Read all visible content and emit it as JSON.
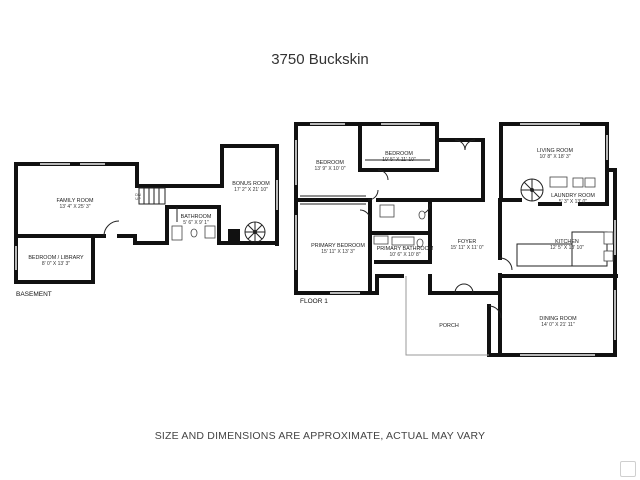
{
  "title": "3750 Buckskin",
  "disclaimer": "SIZE AND DIMENSIONS ARE APPROXIMATE, ACTUAL MAY VARY",
  "floors": {
    "basement": {
      "label": "BASEMENT",
      "rooms": [
        {
          "id": "family-room",
          "name": "FAMILY ROOM",
          "dims": "13' 4\" X 25' 3\""
        },
        {
          "id": "bedroom-library",
          "name": "BEDROOM / LIBRARY",
          "dims": "8' 0\" X 13' 3\""
        },
        {
          "id": "bonus-room",
          "name": "BONUS ROOM",
          "dims": "17' 2\" X 21' 10\""
        },
        {
          "id": "basement-bathroom",
          "name": "BATHROOM",
          "dims": "5' 6\" X 9' 1\""
        }
      ],
      "stair_label": "DN\nUP"
    },
    "floor1": {
      "label": "FLOOR 1",
      "rooms": [
        {
          "id": "bedroom-1",
          "name": "BEDROOM",
          "dims": "13' 9\" X 10' 0\""
        },
        {
          "id": "bedroom-2",
          "name": "BEDROOM",
          "dims": "10' 5\" X 11' 10\""
        },
        {
          "id": "living-room",
          "name": "LIVING ROOM",
          "dims": "10' 8\" X 18' 3\""
        },
        {
          "id": "laundry-room",
          "name": "LAUNDRY ROOM",
          "dims": "5' 3\" X 13' 0\""
        },
        {
          "id": "primary-bedroom",
          "name": "PRIMARY BEDROOM",
          "dims": "15' 11\" X 13' 3\""
        },
        {
          "id": "primary-bathroom",
          "name": "PRIMARY BATHROOM",
          "dims": "10' 6\" X 10' 8\""
        },
        {
          "id": "foyer",
          "name": "FOYER",
          "dims": "15' 11\" X 11' 0\""
        },
        {
          "id": "kitchen",
          "name": "KITCHEN",
          "dims": "12' 5\" X 18' 10\""
        },
        {
          "id": "porch",
          "name": "PORCH",
          "dims": ""
        },
        {
          "id": "dining-room",
          "name": "DINING ROOM",
          "dims": "14' 0\" X 21' 11\""
        }
      ]
    }
  }
}
